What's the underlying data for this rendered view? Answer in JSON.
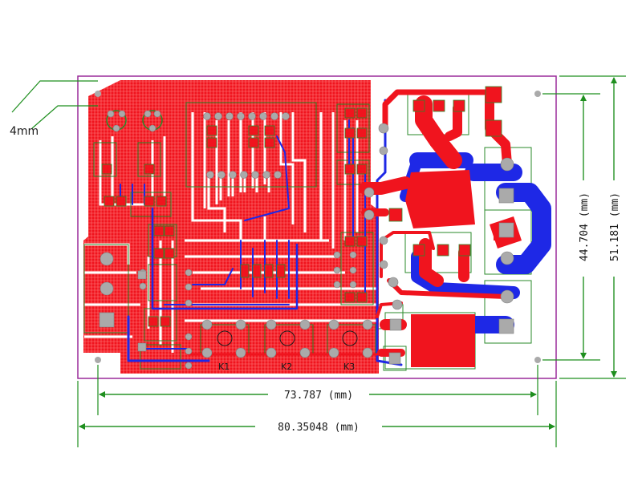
{
  "annotation": {
    "label": "4mm"
  },
  "dimensions": {
    "inner_width": "73.787 (mm)",
    "outer_width": "80.35048 (mm)",
    "inner_height": "44.704 (mm)",
    "outer_height": "51.181 (mm)"
  },
  "silkscreen": {
    "key_labels": [
      "K1",
      "K2",
      "K3"
    ]
  },
  "colors": {
    "top_copper": "#f0141e",
    "bottom_copper": "#1e28e6",
    "silkscreen": "#2a8a2a",
    "board_outline": "#9a2a9a",
    "dimension_lines": "#1f8f1f",
    "pad": "#aaaaaa"
  }
}
